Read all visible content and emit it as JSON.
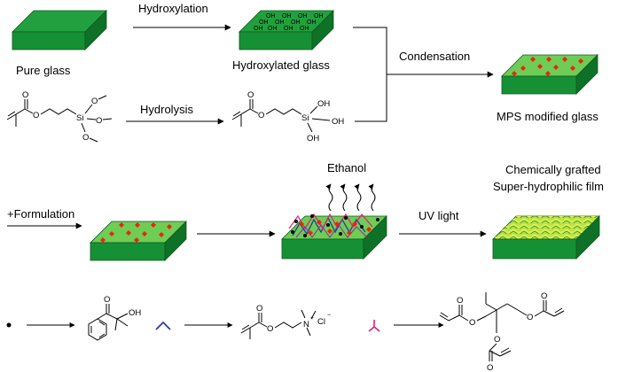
{
  "labels": {
    "pure_glass": "Pure glass",
    "hydroxylation": "Hydroxylation",
    "hydroxylated_glass": "Hydroxylated glass",
    "condensation": "Condensation",
    "mps_modified_glass": "MPS modified glass",
    "hydrolysis": "Hydrolysis",
    "ethanol": "Ethanol",
    "formulation": "+Formulation",
    "uv_light": "UV light",
    "grafted_line1": "Chemically grafted",
    "grafted_line2": "Super-hydrophilic film"
  },
  "oh_group": "OH",
  "atoms": {
    "oxygen": "O",
    "silicon": "Si",
    "hydroxyl": "OH",
    "nitrogen": "N",
    "chloride": "Cl"
  },
  "charges": {
    "nitrogen": "+",
    "chloride": "−"
  },
  "colors": {
    "glass_top": "#1f9a3b",
    "glass_front": "#158a30",
    "glass_side": "#0f6e26",
    "coating_top": "#6fcc55",
    "grafted_top": "#b7e34a",
    "diamond": "#ee2211",
    "pink_triangle": "#e0207a",
    "blue_chevron": "#2233aa"
  }
}
